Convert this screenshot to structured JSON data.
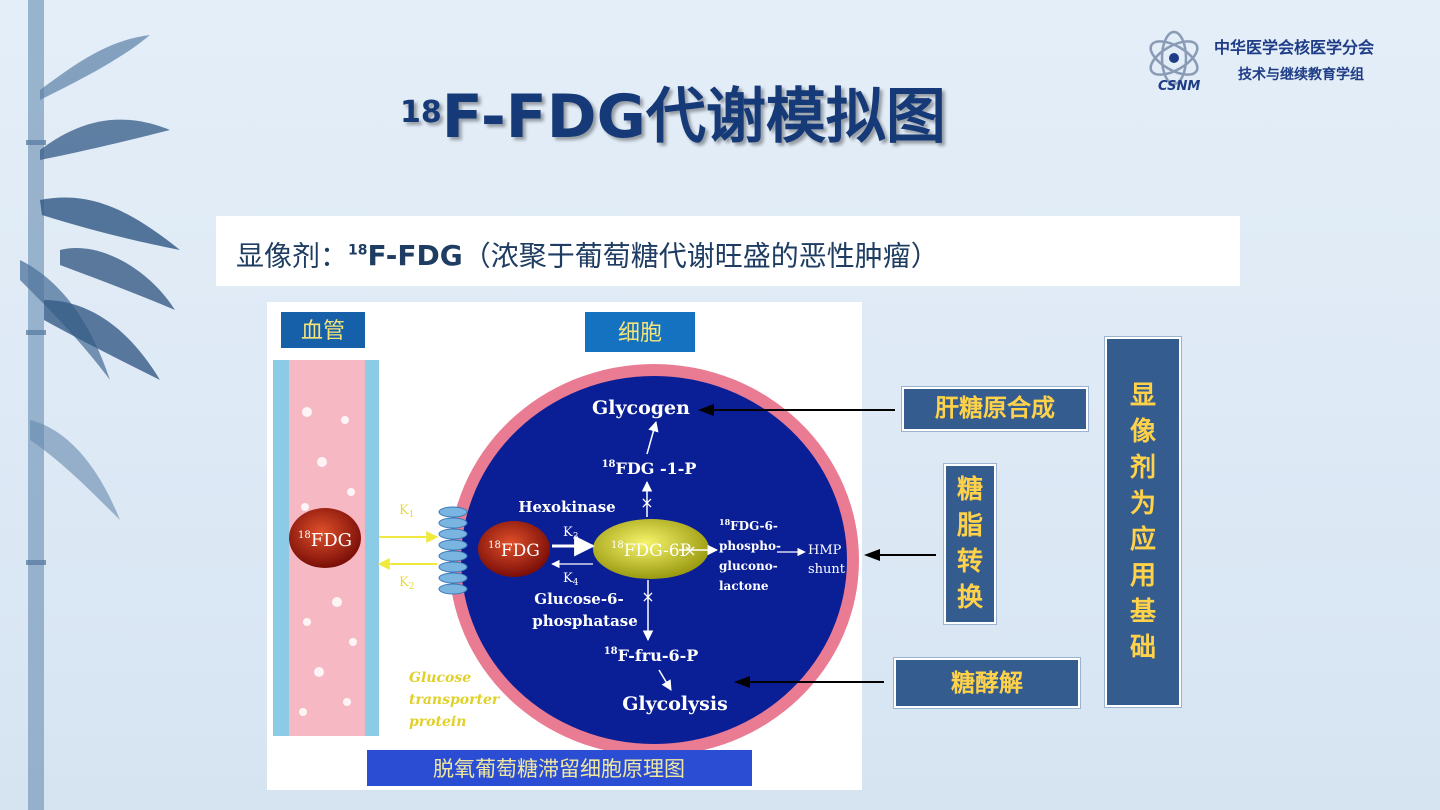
{
  "title": {
    "sup": "18",
    "main": "F-FDG代谢模拟图"
  },
  "subtitle": {
    "prefix": "显像剂：",
    "sup": "18",
    "drug": "F-FDG",
    "suffix": "（浓聚于葡萄糖代谢旺盛的恶性肿瘤）"
  },
  "logo": {
    "line1": "中华医学会核医学分会",
    "line2": "技术与继续教育学组",
    "mark": "CSNM"
  },
  "diagram": {
    "vessel_label": "血管",
    "cell_label": "细胞",
    "caption": "脱氧葡萄糖滞留细胞原理图",
    "blood_fdg": {
      "sup": "18",
      "text": "FDG"
    },
    "k1": "K",
    "k1_sub": "1",
    "k2": "K",
    "k2_sub": "2",
    "k3": "K",
    "k3_sub": "3",
    "k4": "K",
    "k4_sub": "4",
    "cell_fdg": {
      "sup": "18",
      "text": "FDG"
    },
    "fdg6p": {
      "sup": "18",
      "text": "FDG-6P"
    },
    "glycogen": "Glycogen",
    "fdg1p": {
      "sup": "18",
      "text": "FDG -1-P"
    },
    "hexokinase": "Hexokinase",
    "phospho_lines": [
      "FDG-6-",
      "phospho-",
      "glucono-",
      "lactone"
    ],
    "phospho_sup": "18",
    "hmp": [
      "HMP",
      "shunt"
    ],
    "g6p_lines": [
      "Glucose-6-",
      "phosphatase"
    ],
    "fru": {
      "sup": "18",
      "text": "F-fru-6-P"
    },
    "glycolysis": "Glycolysis",
    "transporter": [
      "Glucose",
      "transporter",
      "protein"
    ]
  },
  "side": {
    "glycogen_synthesis": "肝糖原合成",
    "lipid_conversion": [
      "糖",
      "脂",
      "转",
      "换"
    ],
    "glycolysis": "糖酵解",
    "basis": [
      "显",
      "像",
      "剂",
      "为",
      "应",
      "用",
      "基",
      "础"
    ]
  },
  "colors": {
    "title": "#163a78",
    "cell": "#0a1e96",
    "membrane": "#e97b92",
    "box": "#345c8f",
    "box_text": "#ffd24a"
  }
}
